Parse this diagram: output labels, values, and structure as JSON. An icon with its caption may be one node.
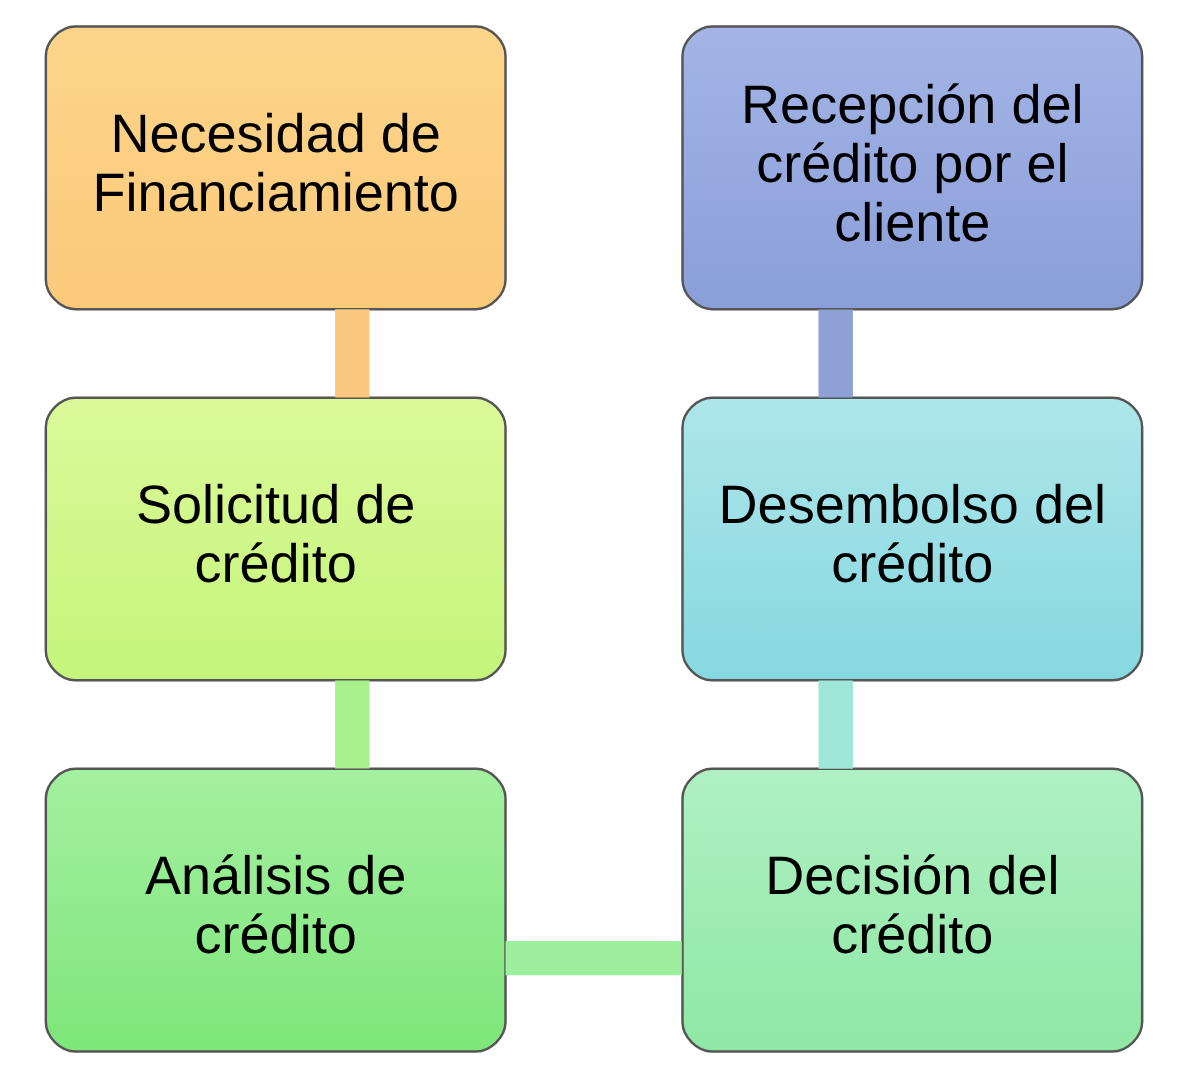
{
  "diagram": {
    "nodes": [
      {
        "text": [
          "Necesidad de Financiamiento"
        ]
      },
      {
        "text": [
          "Solicitud de crédito"
        ]
      },
      {
        "text": [
          "Análisis de crédito"
        ]
      },
      {
        "text": [
          "Decisión del crédito"
        ]
      },
      {
        "text": [
          "Desembolso del crédito"
        ]
      },
      {
        "text": [
          "Recepción del crédito por el cliente"
        ]
      }
    ],
    "edges": [
      {
        "from": 0,
        "to": 1,
        "arrow": "none",
        "color": "#f9c77e"
      },
      {
        "from": 1,
        "to": 2,
        "arrow": "none",
        "color": "#a8f08c"
      },
      {
        "from": 2,
        "to": 3,
        "arrow": "none",
        "color": "#9eeea0"
      },
      {
        "from": 3,
        "to": 4,
        "arrow": "none",
        "color": "#9ee6d8"
      },
      {
        "from": 4,
        "to": 5,
        "arrow": "none",
        "color": "#8ea0d6"
      }
    ]
  }
}
